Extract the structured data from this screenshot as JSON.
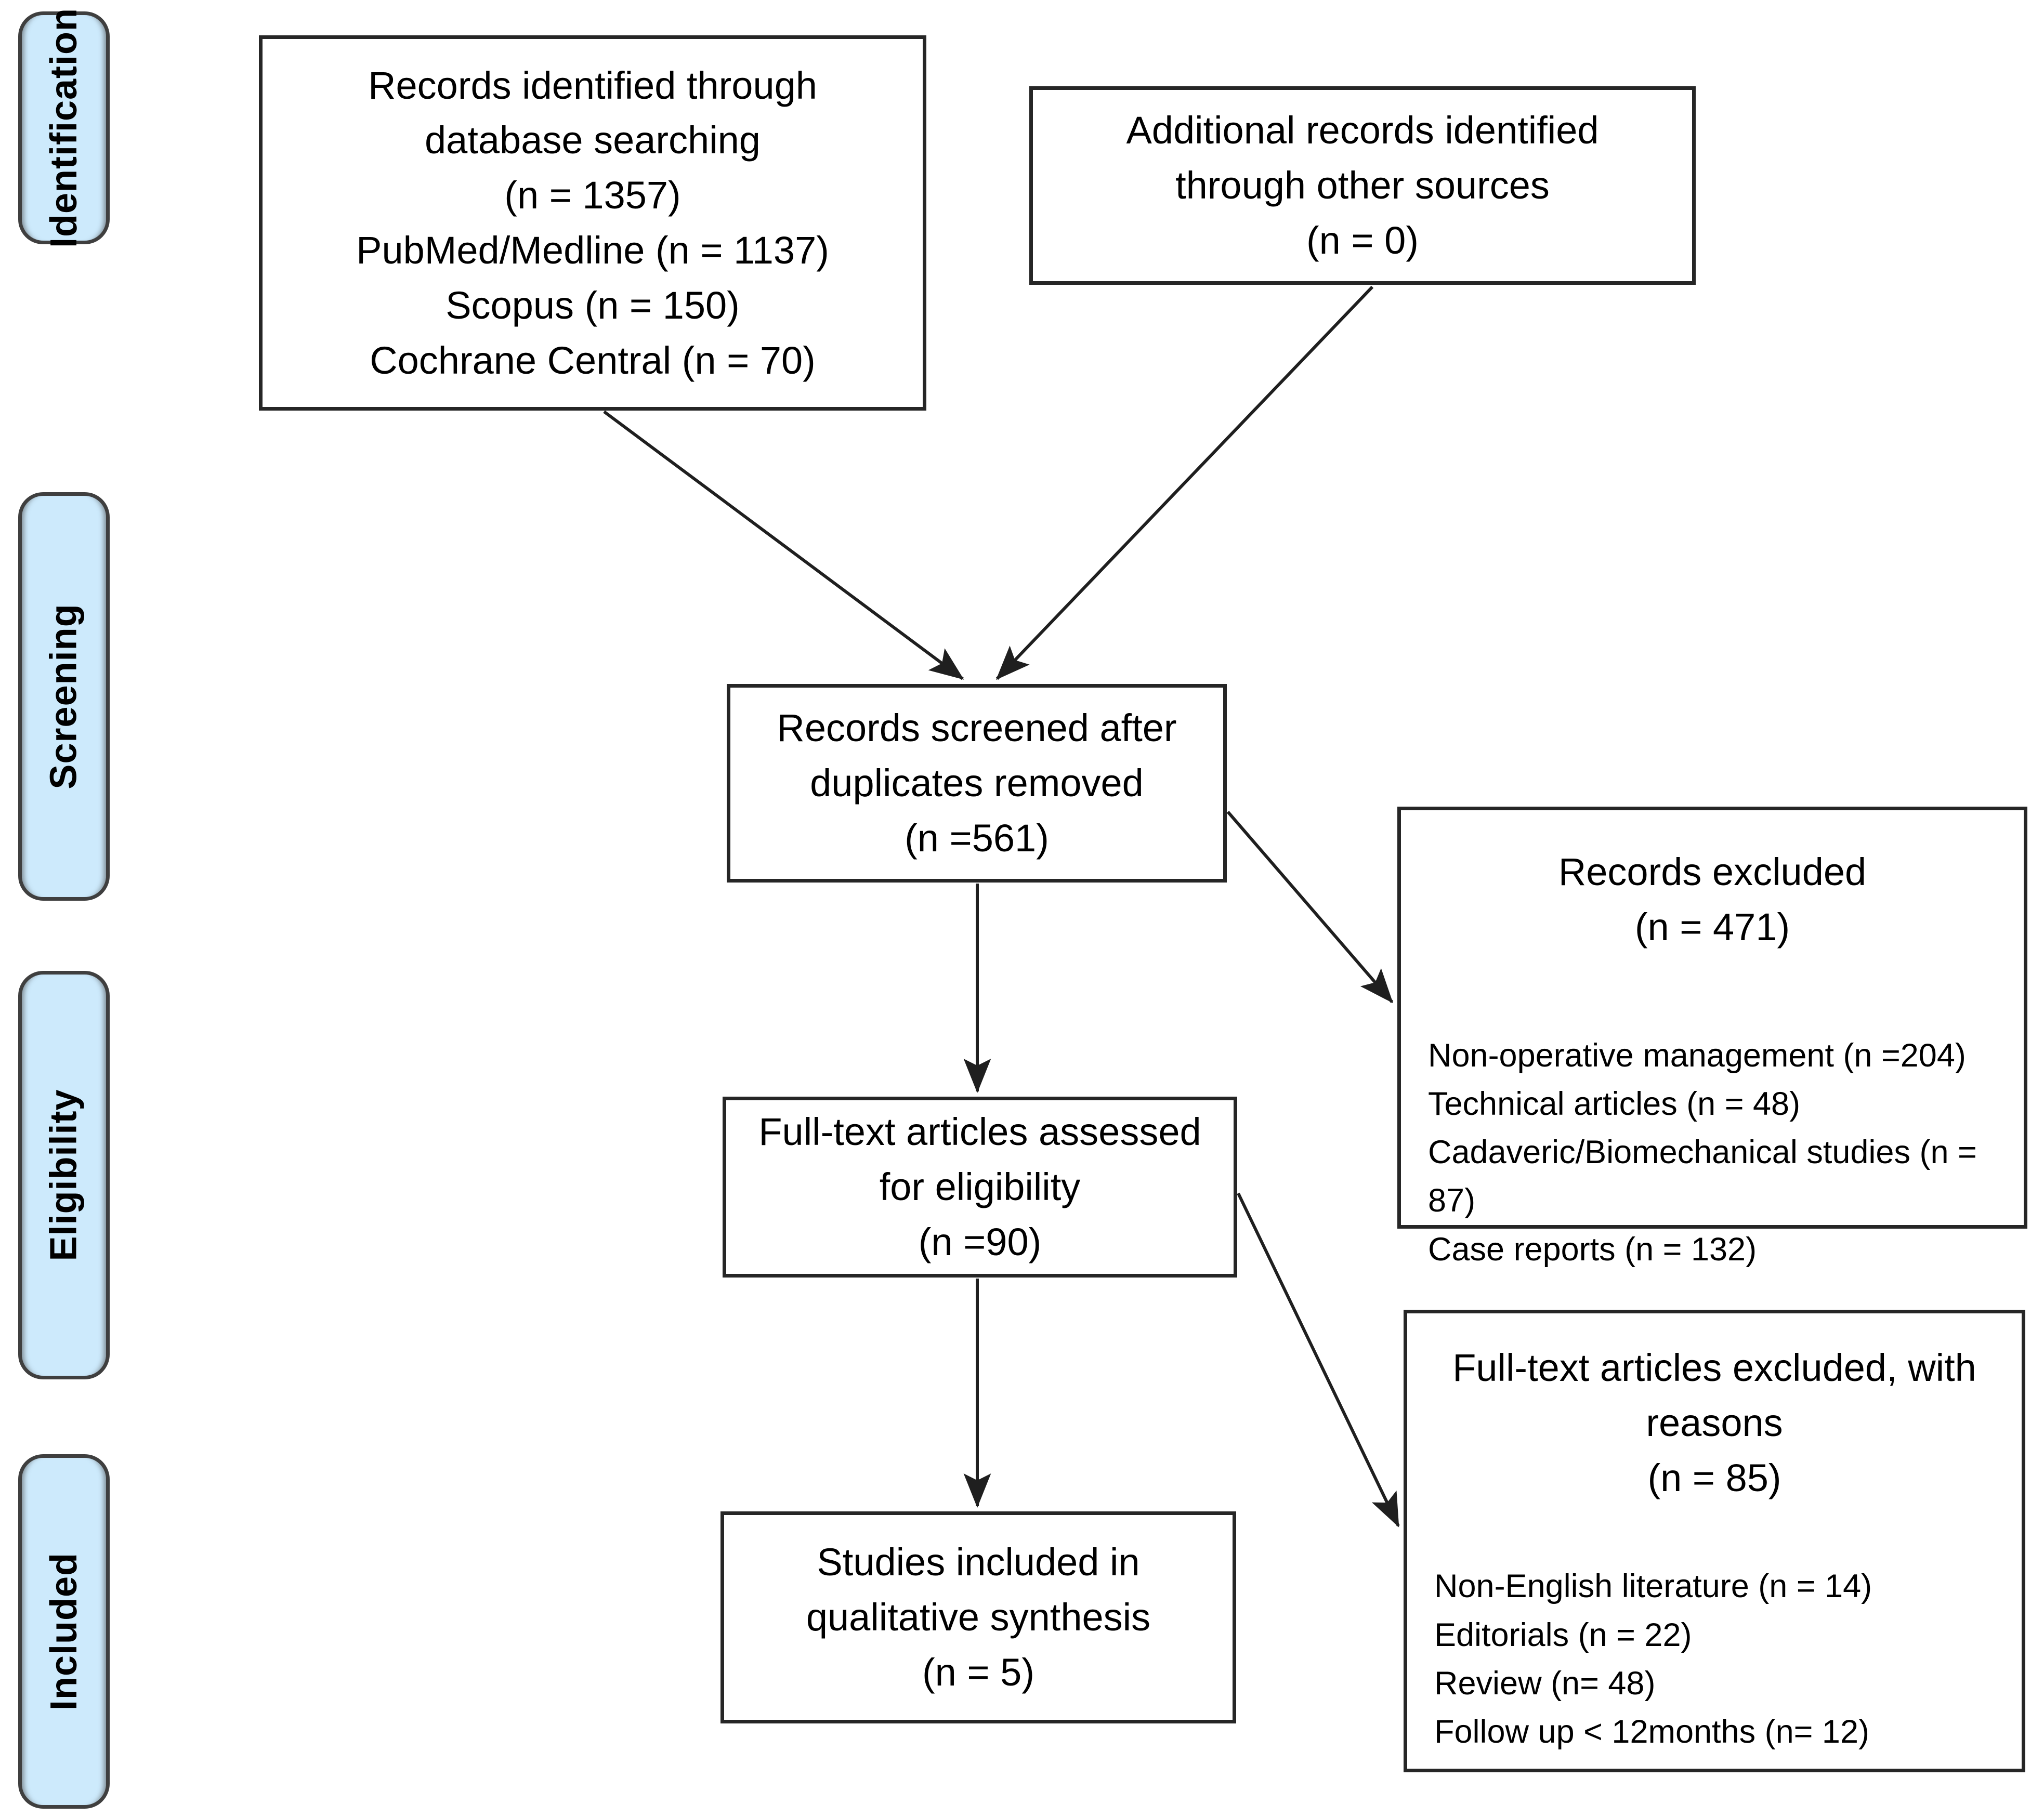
{
  "diagram": {
    "stages": [
      {
        "label": "Identification"
      },
      {
        "label": "Screening"
      },
      {
        "label": "Eligibility"
      },
      {
        "label": "Included"
      }
    ],
    "boxes": {
      "identified": {
        "lines": [
          "Records identified through",
          "database searching",
          "(n = 1357)",
          "PubMed/Medline (n = 1137)",
          "Scopus (n = 150)",
          "Cochrane Central (n = 70)"
        ]
      },
      "additional": {
        "lines": [
          "Additional records identified",
          "through other sources",
          "(n = 0)"
        ]
      },
      "screened": {
        "lines": [
          "Records screened after",
          "duplicates removed",
          "(n =561)"
        ]
      },
      "records_excluded": {
        "title_lines": [
          "Records excluded",
          "(n = 471)"
        ],
        "items": [
          "Non-operative management (n =204)",
          "Technical articles (n = 48)",
          "Cadaveric/Biomechanical studies (n = 87)",
          "Case reports (n = 132)"
        ]
      },
      "fulltext_assessed": {
        "lines": [
          "Full-text articles assessed",
          "for eligibility",
          "(n =90)"
        ]
      },
      "fulltext_excluded": {
        "title_lines": [
          "Full-text articles excluded, with",
          "reasons",
          "(n = 85)"
        ],
        "items": [
          "Non-English literature (n = 14)",
          "Editorials (n = 22)",
          "Review (n= 48)",
          "Follow up < 12months (n= 12)"
        ]
      },
      "included_studies": {
        "lines": [
          "Studies included in",
          "qualitative synthesis",
          "(n = 5)"
        ]
      }
    },
    "colors": {
      "stage_fill": "#cdeafc",
      "stage_border": "#3f3f3f",
      "box_border": "#262626",
      "arrow": "#1f1f1f",
      "text": "#000000",
      "background": "#ffffff"
    }
  }
}
